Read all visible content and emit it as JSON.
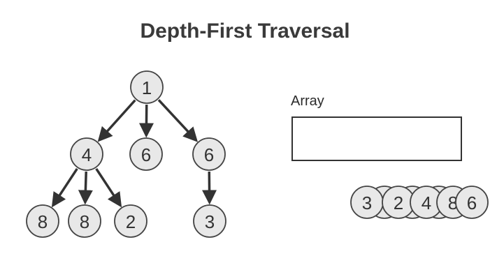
{
  "title": "Depth-First Traversal",
  "array_label": "Array",
  "colors": {
    "node_fill": "#e8e8e8",
    "node_stroke": "#444444",
    "edge": "#333333",
    "text": "#333333"
  },
  "tree": {
    "nodes": [
      {
        "id": "n1",
        "label": "1"
      },
      {
        "id": "n4",
        "label": "4"
      },
      {
        "id": "n6a",
        "label": "6"
      },
      {
        "id": "n6b",
        "label": "6"
      },
      {
        "id": "n8a",
        "label": "8"
      },
      {
        "id": "n8b",
        "label": "8"
      },
      {
        "id": "n2",
        "label": "2"
      },
      {
        "id": "n3",
        "label": "3"
      }
    ],
    "edges": [
      {
        "from": "n1",
        "to": "n4"
      },
      {
        "from": "n1",
        "to": "n6a"
      },
      {
        "from": "n1",
        "to": "n6b"
      },
      {
        "from": "n4",
        "to": "n8a"
      },
      {
        "from": "n4",
        "to": "n8b"
      },
      {
        "from": "n4",
        "to": "n2"
      },
      {
        "from": "n6b",
        "to": "n3"
      }
    ]
  },
  "stack_nodes": [
    {
      "label": "3"
    },
    {
      "label": ""
    },
    {
      "label": "2"
    },
    {
      "label": ""
    },
    {
      "label": "4"
    },
    {
      "label": ""
    },
    {
      "label": "8"
    },
    {
      "label": "6"
    }
  ]
}
